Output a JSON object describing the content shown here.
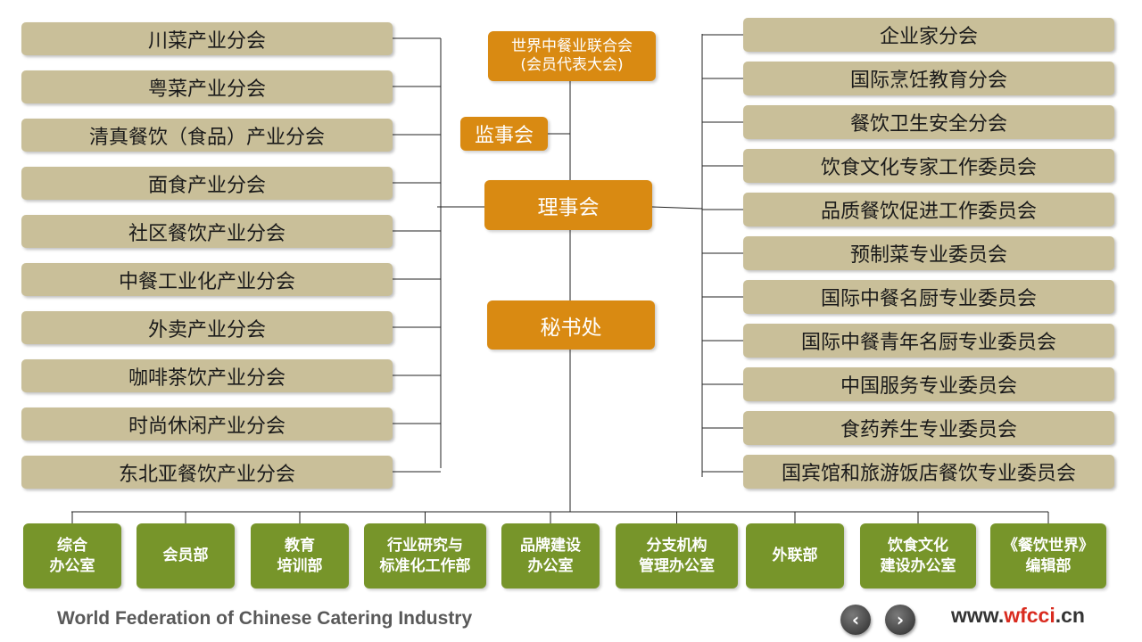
{
  "top": {
    "assembly_line1": "世界中餐业联合会",
    "assembly_line2": "(会员代表大会)",
    "supervisory": "监事会",
    "council": "理事会",
    "secretariat": "秘书处"
  },
  "left_branches": [
    "川菜产业分会",
    "粤菜产业分会",
    "清真餐饮（食品）产业分会",
    "面食产业分会",
    "社区餐饮产业分会",
    "中餐工业化产业分会",
    "外卖产业分会",
    "咖啡茶饮产业分会",
    "时尚休闲产业分会",
    "东北亚餐饮产业分会"
  ],
  "right_branches": [
    "企业家分会",
    "国际烹饪教育分会",
    "餐饮卫生安全分会",
    "饮食文化专家工作委员会",
    "品质餐饮促进工作委员会",
    "预制菜专业委员会",
    "国际中餐名厨专业委员会",
    "国际中餐青年名厨专业委员会",
    "中国服务专业委员会",
    "食药养生专业委员会",
    "国宾馆和旅游饭店餐饮专业委员会"
  ],
  "departments": [
    "综合\n办公室",
    "会员部",
    "教育\n培训部",
    "行业研究与\n标准化工作部",
    "品牌建设\n办公室",
    "分支机构\n管理办公室",
    "外联部",
    "饮食文化\n建设办公室",
    "《餐饮世界》\n编辑部"
  ],
  "footer": {
    "org_name": "World Federation of Chinese Catering Industry",
    "site_prefix": "www.",
    "site_highlight": "wfcci",
    "site_suffix": ".cn"
  },
  "icons": {
    "prev": "chevron-left-icon",
    "next": "chevron-right-icon"
  },
  "colors": {
    "tan": "#c9bf99",
    "orange": "#d98a12",
    "green": "#77952a",
    "accent": "#d92b1f"
  }
}
